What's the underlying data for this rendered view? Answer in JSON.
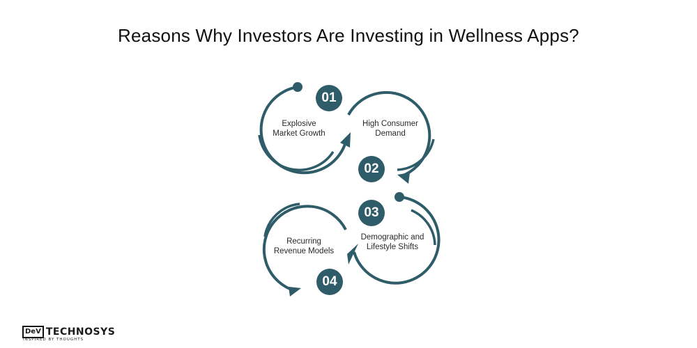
{
  "title": "Reasons Why Investors Are Investing in Wellness Apps?",
  "colors": {
    "accent": "#2f5c69",
    "text": "#1b1b1b",
    "background": "#ffffff"
  },
  "steps": [
    {
      "number": "01",
      "label": "Explosive Market Growth"
    },
    {
      "number": "02",
      "label": "High Consumer Demand"
    },
    {
      "number": "03",
      "label": "Demographic and Lifestyle Shifts"
    },
    {
      "number": "04",
      "label": "Recurring Revenue Models"
    }
  ],
  "logo": {
    "box": "DeV",
    "name": "TECHNOSYS",
    "tagline": "INSPIRED BY THOUGHTS"
  }
}
